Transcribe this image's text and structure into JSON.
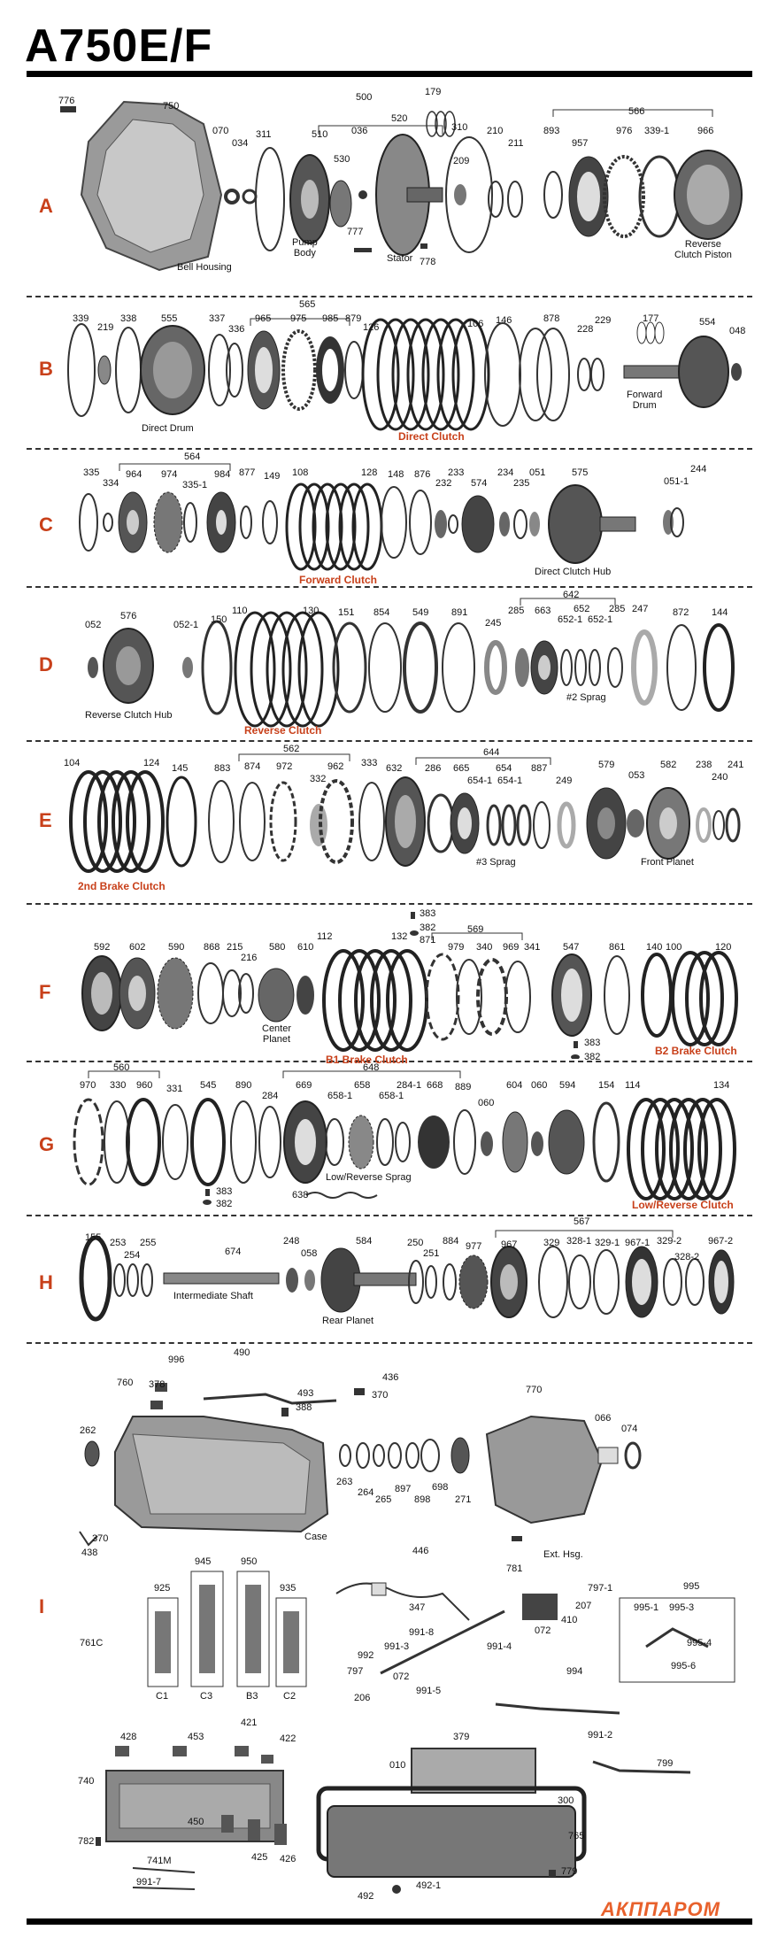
{
  "title": "A750E/F",
  "brand": "АКППАРОМ",
  "rows": {
    "A": {
      "letter": "A",
      "labels": [
        "776",
        "750",
        "070",
        "034",
        "311",
        "500",
        "510",
        "036",
        "530",
        "520",
        "179",
        "310",
        "209",
        "210",
        "211",
        "893",
        "957",
        "976",
        "339-1",
        "566",
        "966",
        "777",
        "778"
      ],
      "captions": {
        "bell": "Bell Housing",
        "pump": "Pump\nBody",
        "stator": "Stator",
        "reverse_piston": "Reverse\nClutch Piston"
      }
    },
    "B": {
      "letter": "B",
      "labels": [
        "339",
        "219",
        "338",
        "555",
        "337",
        "336",
        "565",
        "965",
        "975",
        "985",
        "879",
        "126",
        "106",
        "146",
        "878",
        "228",
        "229",
        "177",
        "554",
        "048"
      ],
      "captions": {
        "direct_drum": "Direct Drum",
        "forward_drum": "Forward\nDrum"
      },
      "red": "Direct Clutch"
    },
    "C": {
      "letter": "C",
      "labels": [
        "335",
        "334",
        "564",
        "964",
        "974",
        "335-1",
        "984",
        "877",
        "149",
        "108",
        "128",
        "148",
        "876",
        "233",
        "232",
        "574",
        "234",
        "235",
        "051",
        "575",
        "244",
        "051-1"
      ],
      "captions": {
        "direct_hub": "Direct Clutch Hub"
      },
      "red": "Forward Clutch"
    },
    "D": {
      "letter": "D",
      "labels": [
        "052",
        "576",
        "052-1",
        "150",
        "110",
        "130",
        "151",
        "854",
        "549",
        "891",
        "245",
        "285",
        "663",
        "642",
        "652",
        "652-1",
        "652-1",
        "285",
        "247",
        "872",
        "144"
      ],
      "captions": {
        "reverse_hub": "Reverse Clutch Hub",
        "sprag2": "#2 Sprag"
      },
      "red": "Reverse Clutch"
    },
    "E": {
      "letter": "E",
      "labels": [
        "104",
        "124",
        "145",
        "883",
        "562",
        "874",
        "972",
        "962",
        "332",
        "333",
        "632",
        "644",
        "286",
        "665",
        "654",
        "887",
        "654-1",
        "654-1",
        "249",
        "579",
        "053",
        "582",
        "238",
        "240",
        "241"
      ],
      "captions": {
        "sprag3": "#3 Sprag",
        "front_planet": "Front Planet"
      },
      "red": "2nd Brake Clutch"
    },
    "F": {
      "letter": "F",
      "labels": [
        "592",
        "602",
        "590",
        "868",
        "215",
        "216",
        "580",
        "610",
        "112",
        "132",
        "383",
        "382",
        "871",
        "569",
        "979",
        "340",
        "969",
        "341",
        "547",
        "861",
        "140",
        "100",
        "120",
        "383",
        "382"
      ],
      "captions": {
        "center_planet": "Center\nPlanet"
      },
      "red": "B1 Brake Clutch",
      "red2": "B2 Brake Clutch"
    },
    "G": {
      "letter": "G",
      "labels": [
        "560",
        "970",
        "330",
        "960",
        "331",
        "545",
        "890",
        "284",
        "669",
        "648",
        "658-1",
        "658",
        "658-1",
        "284-1",
        "668",
        "889",
        "060",
        "604",
        "060",
        "594",
        "154",
        "114",
        "134",
        "383",
        "382",
        "638"
      ],
      "captions": {
        "lr_sprag": "Low/Reverse Sprag"
      },
      "red": "Low/Reverse Clutch"
    },
    "H": {
      "letter": "H",
      "labels": [
        "155",
        "253",
        "254",
        "255",
        "674",
        "248",
        "058",
        "584",
        "250",
        "251",
        "884",
        "977",
        "567",
        "967",
        "329",
        "328-1",
        "329-1",
        "967-1",
        "329-2",
        "328-2",
        "967-2"
      ],
      "captions": {
        "intermediate": "Intermediate Shaft",
        "rear_planet": "Rear Planet"
      }
    },
    "I": {
      "letter": "I",
      "labels": [
        "996",
        "490",
        "378",
        "760",
        "436",
        "493",
        "388",
        "370",
        "262",
        "770",
        "066",
        "074",
        "263",
        "264",
        "265",
        "897",
        "898",
        "698",
        "271",
        "370",
        "438",
        "781",
        "446",
        "945",
        "950",
        "925",
        "935",
        "347",
        "797-1",
        "207",
        "995",
        "995-1",
        "995-3",
        "410",
        "072",
        "761C",
        "991-8",
        "991-4",
        "992",
        "991-3",
        "995-4",
        "797",
        "072",
        "991-5",
        "995-6",
        "994",
        "206",
        "421",
        "428",
        "453",
        "422",
        "010",
        "379",
        "991-2",
        "799",
        "740",
        "300",
        "782",
        "450",
        "425",
        "426",
        "765",
        "741M",
        "779",
        "991-7",
        "492-1",
        "492"
      ],
      "captions": {
        "case": "Case",
        "ext_hsg": "Ext. Hsg.",
        "c1": "C1",
        "c3": "C3",
        "b3": "B3",
        "c2": "C2"
      }
    }
  }
}
